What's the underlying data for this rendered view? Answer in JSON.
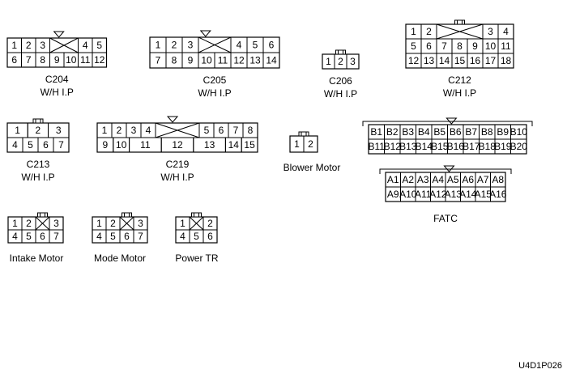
{
  "figure_code": "U4D1P026",
  "connectors": [
    {
      "id": "c204",
      "name": "C204",
      "subtitle": "W/H I.P",
      "rows": [
        [
          {
            "t": "1"
          },
          {
            "t": "2"
          },
          {
            "t": "3"
          },
          {
            "x": true
          },
          {
            "t": "4"
          },
          {
            "t": "5"
          }
        ],
        [
          {
            "t": "6"
          },
          {
            "t": "7"
          },
          {
            "t": "8"
          },
          {
            "t": "9"
          },
          {
            "t": "10"
          },
          {
            "t": "11"
          },
          {
            "t": "12"
          }
        ]
      ]
    },
    {
      "id": "c205",
      "name": "C205",
      "subtitle": "W/H I.P",
      "rows": [
        [
          {
            "t": "1"
          },
          {
            "t": "2"
          },
          {
            "t": "3"
          },
          {
            "x": true
          },
          {
            "t": "4"
          },
          {
            "t": "5"
          },
          {
            "t": "6"
          }
        ],
        [
          {
            "t": "7"
          },
          {
            "t": "8"
          },
          {
            "t": "9"
          },
          {
            "t": "10"
          },
          {
            "t": "11"
          },
          {
            "t": "12"
          },
          {
            "t": "13"
          },
          {
            "t": "14"
          }
        ]
      ]
    },
    {
      "id": "c206",
      "name": "C206",
      "subtitle": "W/H I.P",
      "rows": [
        [
          {
            "t": "1"
          },
          {
            "t": "2"
          },
          {
            "t": "3"
          }
        ]
      ]
    },
    {
      "id": "c212",
      "name": "C212",
      "subtitle": "W/H I.P",
      "rows": [
        [
          {
            "t": "1"
          },
          {
            "t": "2"
          },
          {
            "x": true
          },
          {
            "t": "3"
          },
          {
            "t": "4"
          }
        ],
        [
          {
            "t": "5"
          },
          {
            "t": "6"
          },
          {
            "t": "7"
          },
          {
            "t": "8"
          },
          {
            "t": "9"
          },
          {
            "t": "10"
          },
          {
            "t": "11"
          }
        ],
        [
          {
            "t": "12"
          },
          {
            "t": "13"
          },
          {
            "t": "14"
          },
          {
            "t": "15"
          },
          {
            "t": "16"
          },
          {
            "t": "17"
          },
          {
            "t": "18"
          }
        ]
      ]
    },
    {
      "id": "c213",
      "name": "C213",
      "subtitle": "W/H I.P",
      "rows": [
        [
          {
            "t": "1"
          },
          {
            "t": "2"
          },
          {
            "t": "3"
          }
        ],
        [
          {
            "t": "4"
          },
          {
            "t": "5"
          },
          {
            "t": "6"
          },
          {
            "t": "7"
          }
        ]
      ]
    },
    {
      "id": "c219",
      "name": "C219",
      "subtitle": "W/H I.P",
      "rows": [
        [
          {
            "t": "1"
          },
          {
            "t": "2"
          },
          {
            "t": "3"
          },
          {
            "t": "4"
          },
          {
            "x": true
          },
          {
            "t": "5"
          },
          {
            "t": "6"
          },
          {
            "t": "7"
          },
          {
            "t": "8"
          }
        ],
        [
          {
            "t": "9"
          },
          {
            "t": "10"
          },
          {
            "t": "11"
          },
          {
            "t": "12"
          },
          {
            "t": "13"
          },
          {
            "t": "14"
          },
          {
            "t": "15"
          }
        ]
      ]
    },
    {
      "id": "blower",
      "name": "Blower Motor",
      "subtitle": "",
      "rows": [
        [
          {
            "t": "1"
          },
          {
            "t": "2"
          }
        ]
      ]
    },
    {
      "id": "fatc_b",
      "name": "",
      "subtitle": "",
      "rows": [
        [
          {
            "t": "B1"
          },
          {
            "t": "B2"
          },
          {
            "t": "B3"
          },
          {
            "t": "B4"
          },
          {
            "t": "B5"
          },
          {
            "t": "B6"
          },
          {
            "t": "B7"
          },
          {
            "t": "B8"
          },
          {
            "t": "B9"
          },
          {
            "t": "B10"
          }
        ],
        [
          {
            "t": "B11"
          },
          {
            "t": "B12"
          },
          {
            "t": "B13"
          },
          {
            "t": "B14"
          },
          {
            "t": "B15"
          },
          {
            "t": "B16"
          },
          {
            "t": "B17"
          },
          {
            "t": "B18"
          },
          {
            "t": "B19"
          },
          {
            "t": "B20"
          }
        ]
      ]
    },
    {
      "id": "fatc_a",
      "name": "FATC",
      "subtitle": "",
      "rows": [
        [
          {
            "t": "A1"
          },
          {
            "t": "A2"
          },
          {
            "t": "A3"
          },
          {
            "t": "A4"
          },
          {
            "t": "A5"
          },
          {
            "t": "A6"
          },
          {
            "t": "A7"
          },
          {
            "t": "A8"
          }
        ],
        [
          {
            "t": "A9"
          },
          {
            "t": "A10"
          },
          {
            "t": "A11"
          },
          {
            "t": "A12"
          },
          {
            "t": "A13"
          },
          {
            "t": "A14"
          },
          {
            "t": "A15"
          },
          {
            "t": "A16"
          }
        ]
      ]
    },
    {
      "id": "intake",
      "name": "Intake Motor",
      "subtitle": "",
      "rows": [
        [
          {
            "t": "1"
          },
          {
            "t": "2"
          },
          {
            "x": true
          },
          {
            "t": "3"
          }
        ],
        [
          {
            "t": "4"
          },
          {
            "t": "5"
          },
          {
            "t": "6"
          },
          {
            "t": "7"
          }
        ]
      ]
    },
    {
      "id": "mode",
      "name": "Mode Motor",
      "subtitle": "",
      "rows": [
        [
          {
            "t": "1"
          },
          {
            "t": "2"
          },
          {
            "x": true
          },
          {
            "t": "3"
          }
        ],
        [
          {
            "t": "4"
          },
          {
            "t": "5"
          },
          {
            "t": "6"
          },
          {
            "t": "7"
          }
        ]
      ]
    },
    {
      "id": "powertr",
      "name": "Power TR",
      "subtitle": "",
      "rows": [
        [
          {
            "t": "1"
          },
          {
            "x": true
          },
          {
            "t": "2"
          }
        ],
        [
          {
            "t": "4"
          },
          {
            "t": "5"
          },
          {
            "t": "6"
          }
        ]
      ]
    }
  ]
}
